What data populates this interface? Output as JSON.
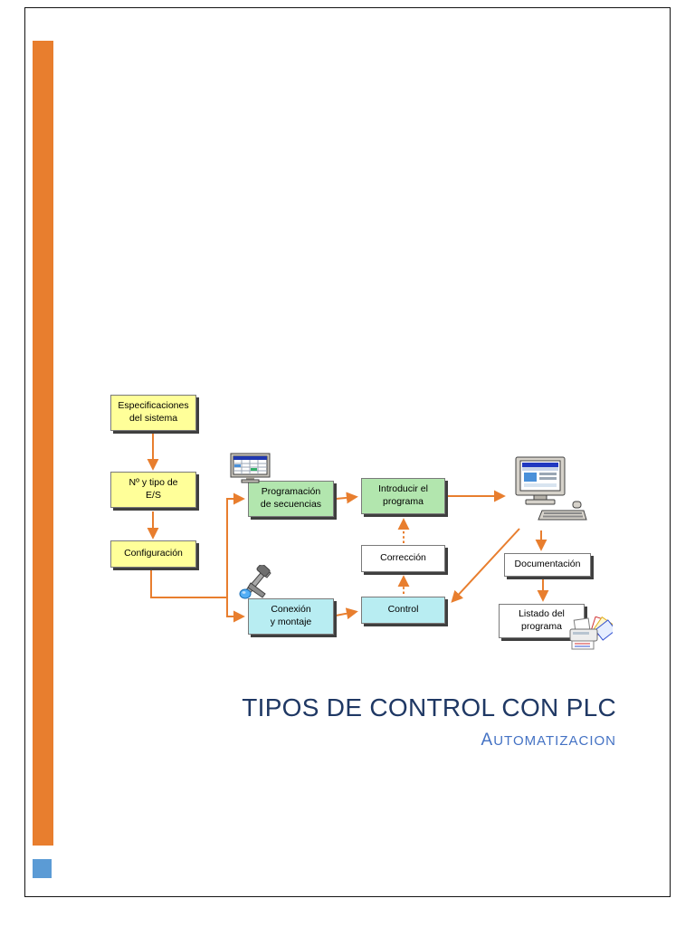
{
  "page": {
    "title": "TIPOS DE CONTROL CON PLC",
    "subtitle_initial": "A",
    "subtitle_rest": "UTOMATIZACION",
    "title_color": "#1F3864",
    "subtitle_color": "#4472C4"
  },
  "accents": {
    "bar_color": "#E87E2E",
    "square_color": "#5B9BD5"
  },
  "flowchart": {
    "arrow_color": "#E87E2E",
    "nodes": {
      "especificaciones": {
        "label": "Especificaciones\ndel sistema",
        "fill": "#FFFF99"
      },
      "num_tipo": {
        "label": "Nº y tipo de\nE/S",
        "fill": "#FFFF99"
      },
      "configuracion": {
        "label": "Configuración",
        "fill": "#FFFF99"
      },
      "programacion": {
        "label": "Programación\nde secuencias",
        "fill": "#B2E6AE"
      },
      "introducir": {
        "label": "Introducir el\nprograma",
        "fill": "#B2E6AE"
      },
      "correccion": {
        "label": "Corrección",
        "fill": "#FFFFFF"
      },
      "control": {
        "label": "Control",
        "fill": "#B8EDF2"
      },
      "conexion": {
        "label": "Conexión\ny montaje",
        "fill": "#B8EDF2"
      },
      "documentacion": {
        "label": "Documentación",
        "fill": "#FFFFFF"
      },
      "listado": {
        "label": "Listado del\nprograma",
        "fill": "#FFFFFF"
      }
    },
    "icons": {
      "programming": "spreadsheet-monitor-icon",
      "assembly": "hand-tools-icon",
      "plc": "desktop-computer-icon",
      "printing": "printer-icon"
    }
  }
}
